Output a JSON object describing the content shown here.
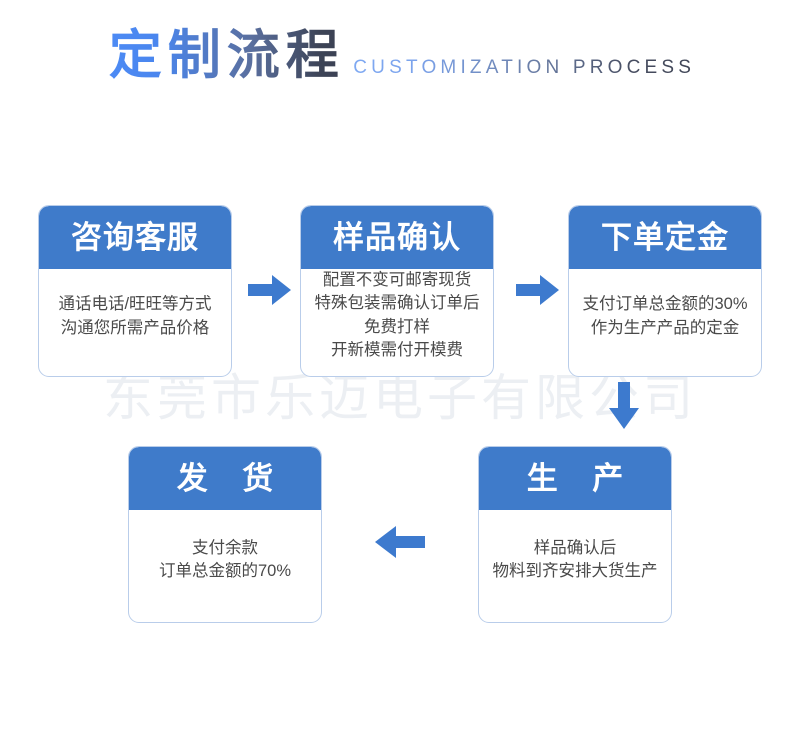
{
  "header": {
    "title": "定制流程",
    "subtitle": "CUSTOMIZATION PROCESS"
  },
  "watermark": {
    "text": "东莞市乐迈电子有限公司"
  },
  "colors": {
    "accent_blue": "#3f7bca",
    "arrow_blue": "#3d7ace",
    "card_border": "#b9cdea",
    "body_text": "#4a4a4a",
    "title_gradient_start": "#4d8bf5",
    "title_gradient_end": "#3d4457",
    "watermark": "#eceff3"
  },
  "steps": [
    {
      "id": "step-1",
      "heading": "咨询客服",
      "heading_spaced": false,
      "lines": [
        "通话电话/旺旺等方式",
        "沟通您所需产品价格"
      ]
    },
    {
      "id": "step-2",
      "heading": "样品确认",
      "heading_spaced": false,
      "lines": [
        "配置不变可邮寄现货",
        "特殊包装需确认订单后",
        "免费打样",
        "开新模需付开模费"
      ]
    },
    {
      "id": "step-3",
      "heading": "下单定金",
      "heading_spaced": false,
      "lines": [
        "支付订单总金额的30%",
        "作为生产产品的定金"
      ]
    },
    {
      "id": "step-4",
      "heading": "生 产",
      "heading_spaced": true,
      "lines": [
        "样品确认后",
        "物料到齐安排大货生产"
      ]
    },
    {
      "id": "step-5",
      "heading": "发 货",
      "heading_spaced": true,
      "lines": [
        "支付余款",
        "订单总金额的70%"
      ]
    }
  ],
  "connectors": [
    {
      "id": "connector-1",
      "direction": "right",
      "from": "step-1",
      "to": "step-2"
    },
    {
      "id": "connector-2",
      "direction": "right",
      "from": "step-2",
      "to": "step-3"
    },
    {
      "id": "connector-3",
      "direction": "down",
      "from": "step-3",
      "to": "step-4"
    },
    {
      "id": "connector-4",
      "direction": "left",
      "from": "step-4",
      "to": "step-5"
    }
  ]
}
